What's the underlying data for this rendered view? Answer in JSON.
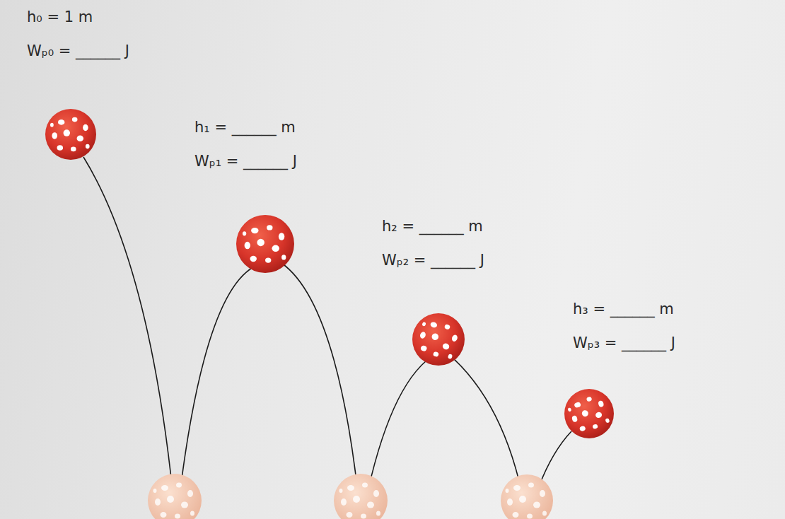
{
  "diagram": {
    "labels": [
      "h₀ = 1 m",
      "Wₚ₀ = ______ J",
      "h₁ = ______ m",
      "Wₚ₁ = ______ J",
      "h₂ = ______ m",
      "Wₚ₂ = ______ J",
      "h₃ = ______ m",
      "Wₚ₃ = ______ J"
    ]
  }
}
